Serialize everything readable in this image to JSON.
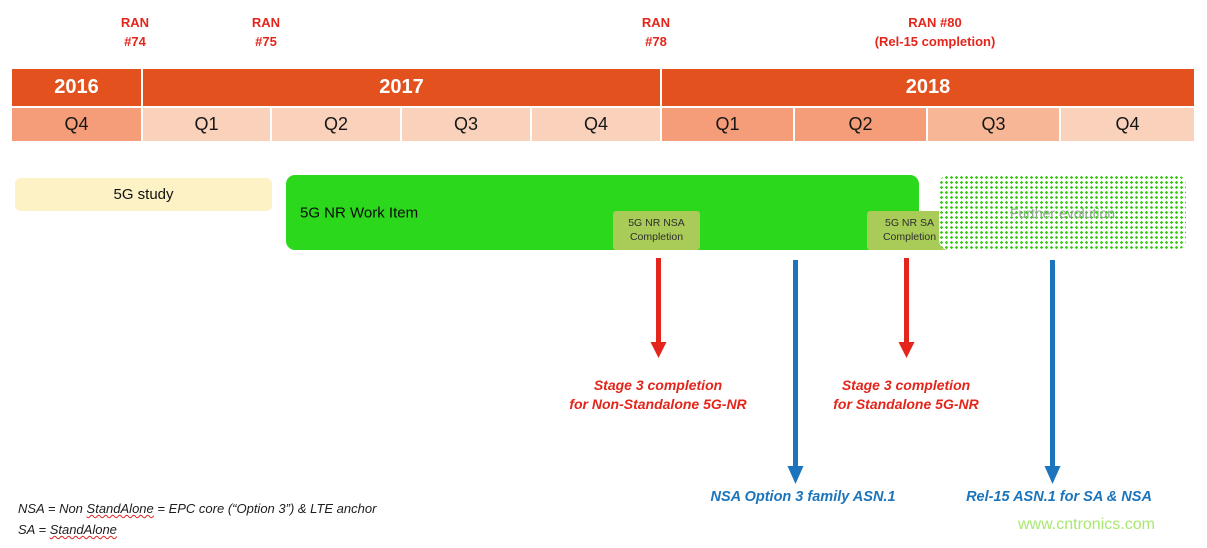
{
  "colors": {
    "red": "#E3251B",
    "blue": "#1C75BC",
    "header_orange": "#E2511E",
    "quarter_dark": "#F59C78",
    "quarter_light": "#FAD2BC",
    "green_bar": "#2BD81C",
    "study_bg": "#FCF2C5",
    "completion_bg": "#A9CB57",
    "watermark_green": "#A9E771"
  },
  "ran_milestones": [
    {
      "line1": "RAN",
      "line2": "#74"
    },
    {
      "line1": "RAN",
      "line2": "#75"
    },
    {
      "line1": "RAN",
      "line2": "#78"
    },
    {
      "line1": "RAN #80",
      "line2": "(Rel-15 completion)"
    }
  ],
  "timeline": {
    "years": [
      {
        "label": "2016"
      },
      {
        "label": "2017"
      },
      {
        "label": "2018"
      }
    ],
    "quarters": [
      {
        "label": "Q4"
      },
      {
        "label": "Q1"
      },
      {
        "label": "Q2"
      },
      {
        "label": "Q3"
      },
      {
        "label": "Q4"
      },
      {
        "label": "Q1"
      },
      {
        "label": "Q2"
      },
      {
        "label": "Q3"
      },
      {
        "label": "Q4"
      }
    ]
  },
  "bars": {
    "study": {
      "label": "5G study"
    },
    "work_item": {
      "label": "5G NR Work Item"
    },
    "nsa_completion": {
      "line1": "5G NR NSA",
      "line2": "Completion"
    },
    "sa_completion": {
      "line1": "5G NR SA",
      "line2": "Completion"
    },
    "further": {
      "label": "Further evolution"
    }
  },
  "annotations": {
    "stage3_nsa": {
      "line1": "Stage 3 completion",
      "line2": "for Non-Standalone 5G-NR"
    },
    "stage3_sa": {
      "line1": "Stage 3 completion",
      "line2": "for Standalone 5G-NR"
    },
    "nsa_asn1": "NSA Option 3  family ASN.1",
    "rel15_asn1": "Rel-15 ASN.1 for SA & NSA"
  },
  "footnotes": {
    "line1_a": "NSA = Non ",
    "line1_b": "StandAlone",
    "line1_c": " = EPC core (“Option 3”) & LTE anchor",
    "line2_a": "SA = ",
    "line2_b": "StandAlone"
  },
  "watermark": "www.cntronics.com"
}
